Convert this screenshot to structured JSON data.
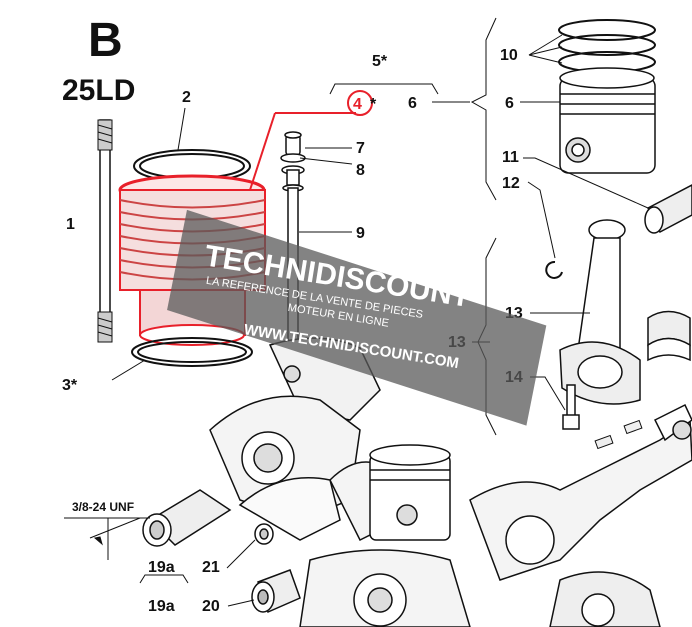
{
  "title": {
    "letter": "B",
    "model": "25LD"
  },
  "callouts": [
    {
      "id": "c1",
      "text": "1"
    },
    {
      "id": "c2",
      "text": "2"
    },
    {
      "id": "c3",
      "text": "3*"
    },
    {
      "id": "c4",
      "text": "4"
    },
    {
      "id": "c4s",
      "text": "*"
    },
    {
      "id": "c5",
      "text": "5*"
    },
    {
      "id": "c6a",
      "text": "6"
    },
    {
      "id": "c6b",
      "text": "6"
    },
    {
      "id": "c7",
      "text": "7"
    },
    {
      "id": "c8",
      "text": "8"
    },
    {
      "id": "c9",
      "text": "9"
    },
    {
      "id": "c10",
      "text": "10"
    },
    {
      "id": "c11",
      "text": "11"
    },
    {
      "id": "c12",
      "text": "12"
    },
    {
      "id": "c13a",
      "text": "13"
    },
    {
      "id": "c13b",
      "text": "13"
    },
    {
      "id": "c14",
      "text": "14"
    },
    {
      "id": "c19a1",
      "text": "19a"
    },
    {
      "id": "c19a2",
      "text": "19a"
    },
    {
      "id": "c20",
      "text": "20"
    },
    {
      "id": "c21",
      "text": "21"
    }
  ],
  "thread_spec": "3/8-24 UNF",
  "watermark": {
    "brand": "TECHNIDISCOUNT",
    "tagline1": "LA REFERENCE DE LA VENTE DE PIECES",
    "tagline2": "MOTEUR EN LIGNE",
    "url": "WWW.TECHNIDISCOUNT.COM"
  },
  "colors": {
    "highlight": "#e8202a",
    "ink": "#111111",
    "watermark": "#5a5a5a"
  }
}
